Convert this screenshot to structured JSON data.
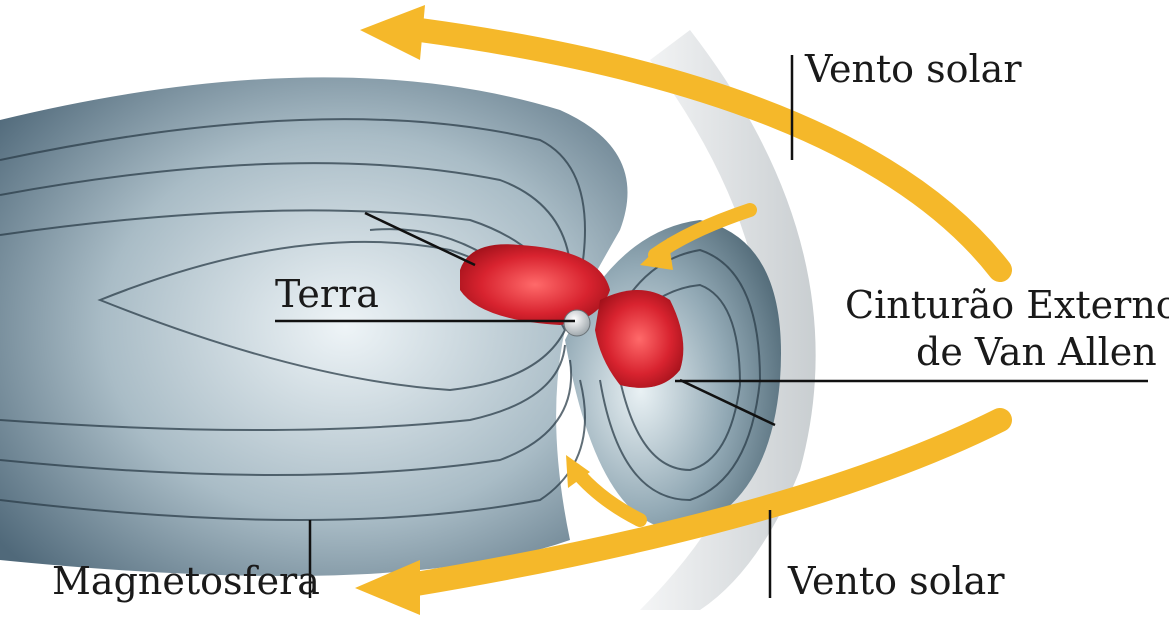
{
  "labels": {
    "vento_solar_top": "Vento solar",
    "vento_solar_bottom": "Vento solar",
    "terra": "Terra",
    "cinturao_line1": "Cinturão Externo",
    "cinturao_line2": "de Van Allen",
    "magnetosfera": "Magnetosfera"
  },
  "colors": {
    "solar_wind": "#f5b82a",
    "magnetosphere_dark": "#4a6270",
    "magnetosphere_light": "#e4eef2",
    "van_allen_belt": "#d8232f",
    "bow_shock": "#d9dcde"
  }
}
